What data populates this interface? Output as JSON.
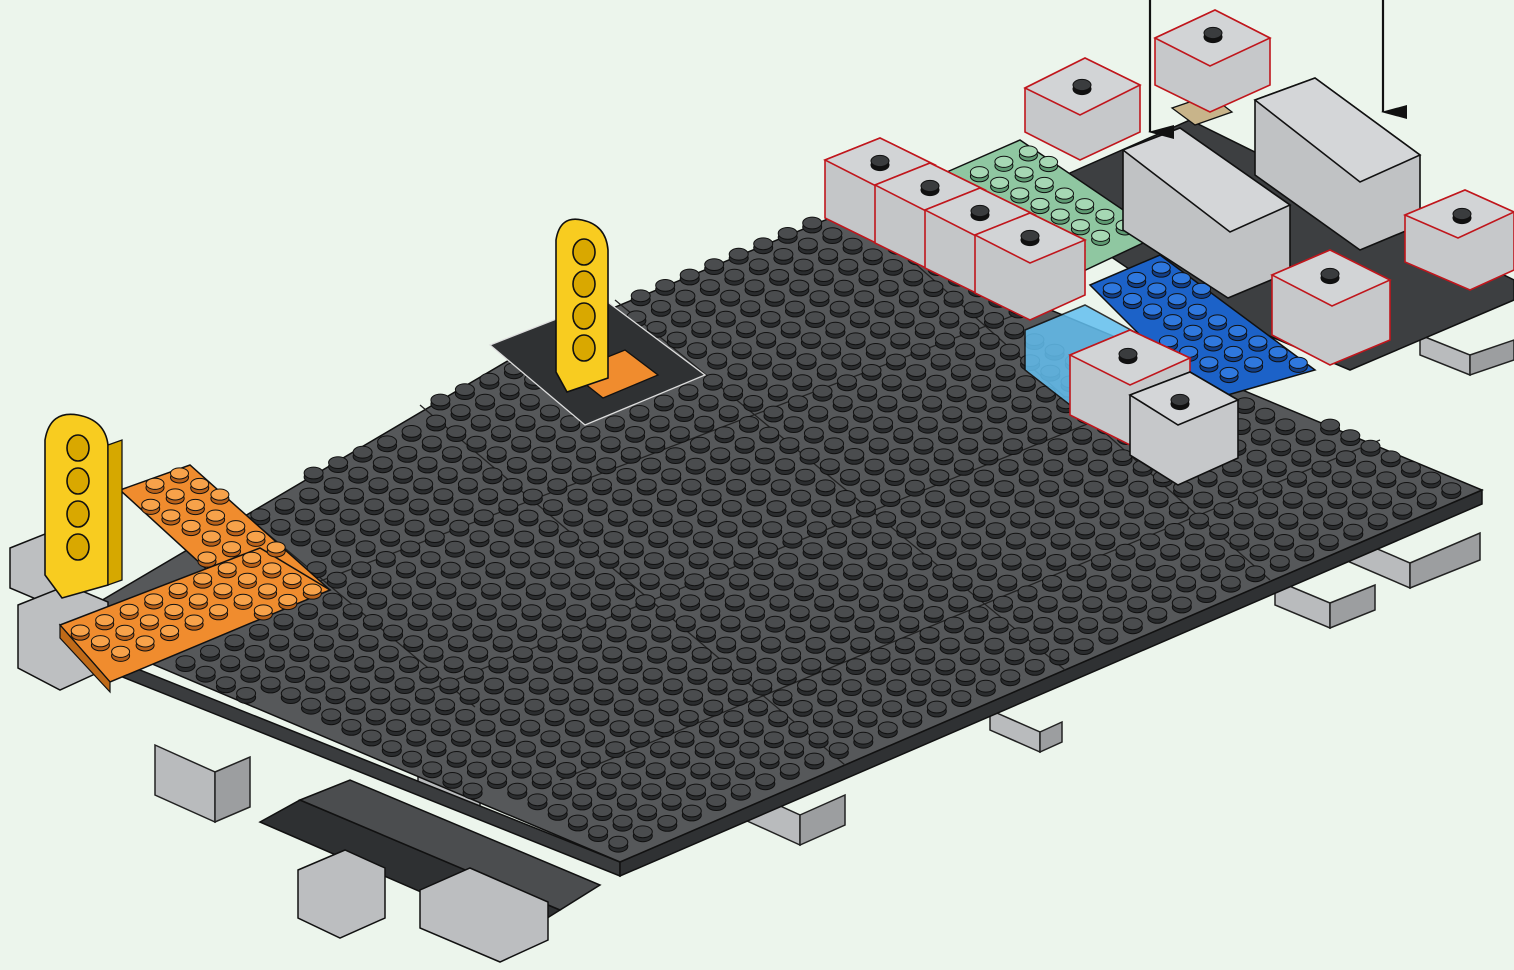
{
  "instruction_step": {
    "kind": "building-instruction-illustration",
    "arrows": [
      {
        "name": "place-brick-arrow-1",
        "points_to": "new-1x4-tile-block-front"
      },
      {
        "name": "place-brick-arrow-2",
        "points_to": "new-2x4-tile-block-back"
      }
    ]
  },
  "colors": {
    "background": "#ecf5ec",
    "plate_top": "#56585a",
    "plate_side": "#3e4042",
    "stud_top": "#4a4c4e",
    "light_gray_top": "#c4c6c8",
    "light_gray_side": "#9fa1a3",
    "orange": "#f08c2e",
    "yellow": "#f8cc20",
    "sand_green": "#8fc7a1",
    "blue": "#1c62c8",
    "trans_light_blue": "#63bff0",
    "tan": "#c8b48a",
    "new_part_outline": "#c0161c",
    "outline": "#1a1a1a"
  }
}
